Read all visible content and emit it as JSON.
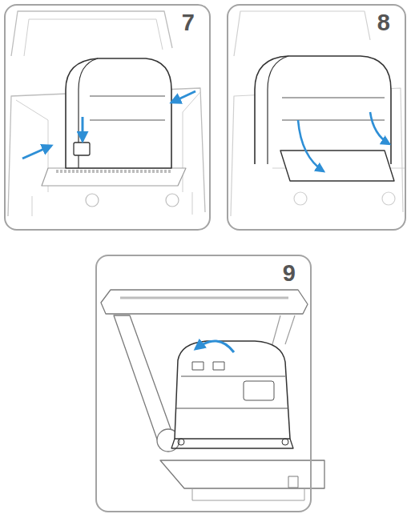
{
  "diagram": {
    "nodes": [
      {
        "text": [
          "7"
        ]
      },
      {
        "text": [
          "8"
        ]
      },
      {
        "text": [
          "9"
        ]
      }
    ]
  }
}
